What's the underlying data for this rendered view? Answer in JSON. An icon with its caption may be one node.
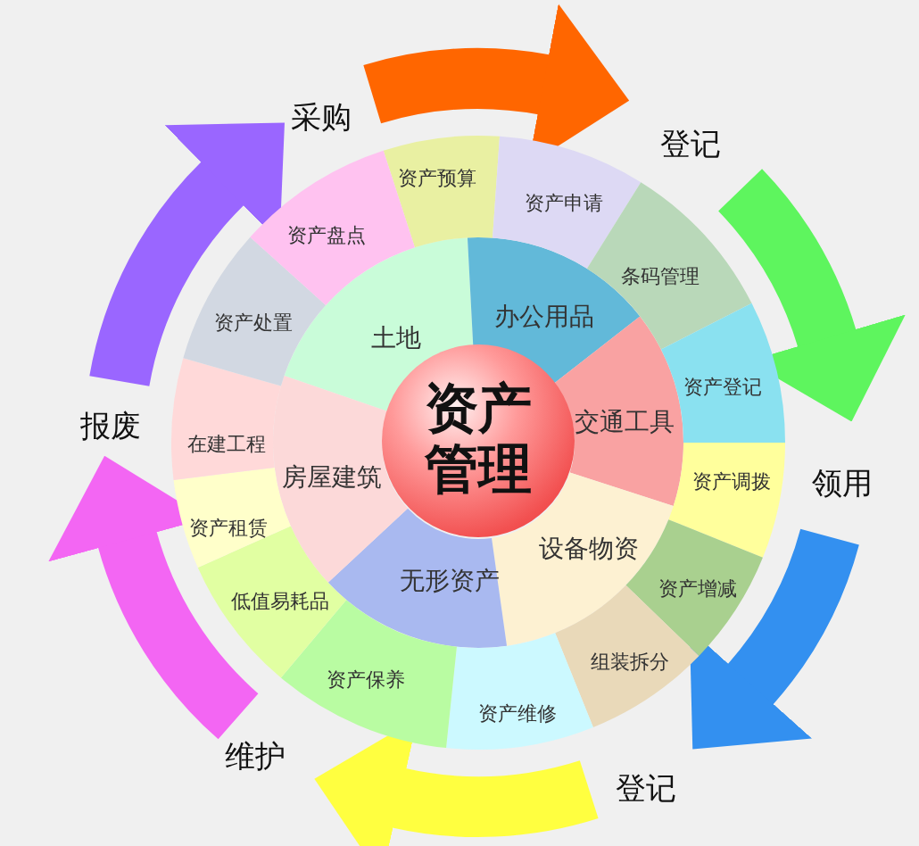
{
  "diagram": {
    "nodes": [
      {
        "text": [
          "资产管理"
        ]
      },
      {
        "text": [
          "土地"
        ]
      },
      {
        "text": [
          "办公用品"
        ]
      },
      {
        "text": [
          "交通工具"
        ]
      },
      {
        "text": [
          "设备物资"
        ]
      },
      {
        "text": [
          "无形资产"
        ]
      },
      {
        "text": [
          "房屋建筑"
        ]
      },
      {
        "text": [
          "资产预算"
        ]
      },
      {
        "text": [
          "资产申请"
        ]
      },
      {
        "text": [
          "条码管理"
        ]
      },
      {
        "text": [
          "资产登记"
        ]
      },
      {
        "text": [
          "资产调拨"
        ]
      },
      {
        "text": [
          "资产增减"
        ]
      },
      {
        "text": [
          "组装拆分"
        ]
      },
      {
        "text": [
          "资产维修"
        ]
      },
      {
        "text": [
          "资产保养"
        ]
      },
      {
        "text": [
          "低值易耗品"
        ]
      },
      {
        "text": [
          "资产租赁"
        ]
      },
      {
        "text": [
          "在建工程"
        ]
      },
      {
        "text": [
          "资产处置"
        ]
      },
      {
        "text": [
          "资产盘点"
        ]
      },
      {
        "text": [
          "采购"
        ]
      },
      {
        "text": [
          "登记"
        ]
      },
      {
        "text": [
          "领用"
        ]
      },
      {
        "text": [
          "登记"
        ]
      },
      {
        "text": [
          "维护"
        ]
      },
      {
        "text": [
          "报废"
        ]
      }
    ],
    "edges": [
      {
        "from": 21,
        "to": 22,
        "arrow": "to",
        "color": "#ff6600"
      },
      {
        "from": 22,
        "to": 23,
        "arrow": "to",
        "color": "#5ef55e"
      },
      {
        "from": 23,
        "to": 24,
        "arrow": "to",
        "color": "#3390f0"
      },
      {
        "from": 24,
        "to": 25,
        "arrow": "to",
        "color": "#ffff40"
      },
      {
        "from": 25,
        "to": 26,
        "arrow": "to",
        "color": "#f366f3"
      },
      {
        "from": 26,
        "to": 21,
        "arrow": "to",
        "color": "#9a66ff"
      }
    ]
  }
}
